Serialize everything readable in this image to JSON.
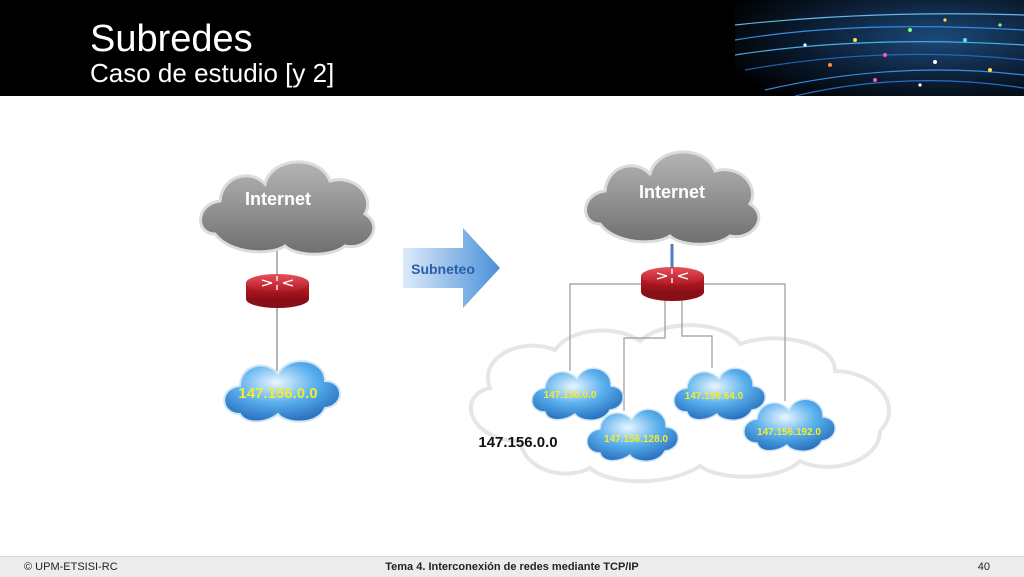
{
  "slide": {
    "title": "Subredes",
    "subtitle": "Caso de estudio [y 2]"
  },
  "diagram": {
    "left": {
      "internet_label": "Internet",
      "network_label": "147.156.0.0"
    },
    "arrow_label": "Subneteo",
    "right": {
      "internet_label": "Internet",
      "big_network_label": "147.156.0.0",
      "subnets": [
        "147.156.0.0",
        "147.156.64.0",
        "147.156.128.0",
        "147.156.192.0"
      ]
    },
    "colors": {
      "router": "#c8202a",
      "cloud_gray": "#8c8c8c",
      "cloud_blue": "#2e7fd0",
      "subnet_text": "#f2ec2c",
      "arrow": "#4a90d9",
      "uplink": "#4b7fc2"
    }
  },
  "footer": {
    "copyright": "© UPM-ETSISI-RC",
    "topic": "Tema 4. Interconexión de redes mediante TCP/IP",
    "page": "40"
  }
}
